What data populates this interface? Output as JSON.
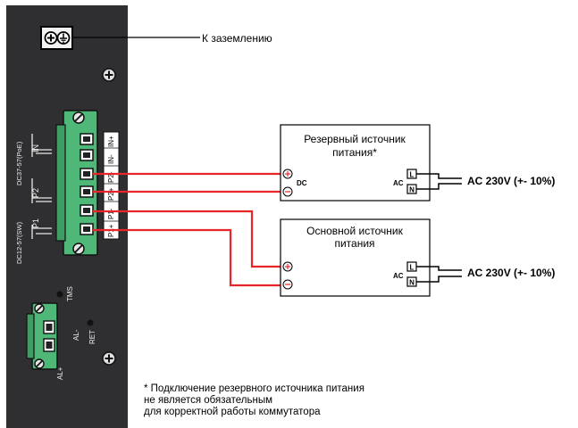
{
  "ground_label": "К заземлению",
  "backup_psu": {
    "line1": "Резервный источник",
    "line2": "питания*",
    "dc": "DC",
    "ac": "AC"
  },
  "main_psu": {
    "line1": "Основной источник",
    "line2": "питания",
    "ac": "AC"
  },
  "ac_voltage_1": "AC 230V (+- 10%)",
  "ac_voltage_2": "AC 230V (+- 10%)",
  "terminal_L": "L",
  "terminal_N": "N",
  "panel": {
    "voltage_1": "DC12-57(SW)",
    "voltage_2": "DC37-57(PoE)",
    "in": "IN",
    "p2": "P2",
    "p1": "P1",
    "pins": [
      "IN+",
      "IN-",
      "P2-",
      "P2+",
      "P1-",
      "P1+"
    ],
    "tms": "TMS",
    "al_minus": "AL-",
    "ret": "RET",
    "al_plus": "AL+"
  },
  "footnote": {
    "line1": "* Подключение резервного источника питания",
    "line2": "не является обязательным",
    "line3": "для корректной работы коммутатора"
  },
  "colors": {
    "panel": "#2e2e30",
    "connector": "#4fb878",
    "wire": "#e8262a"
  }
}
